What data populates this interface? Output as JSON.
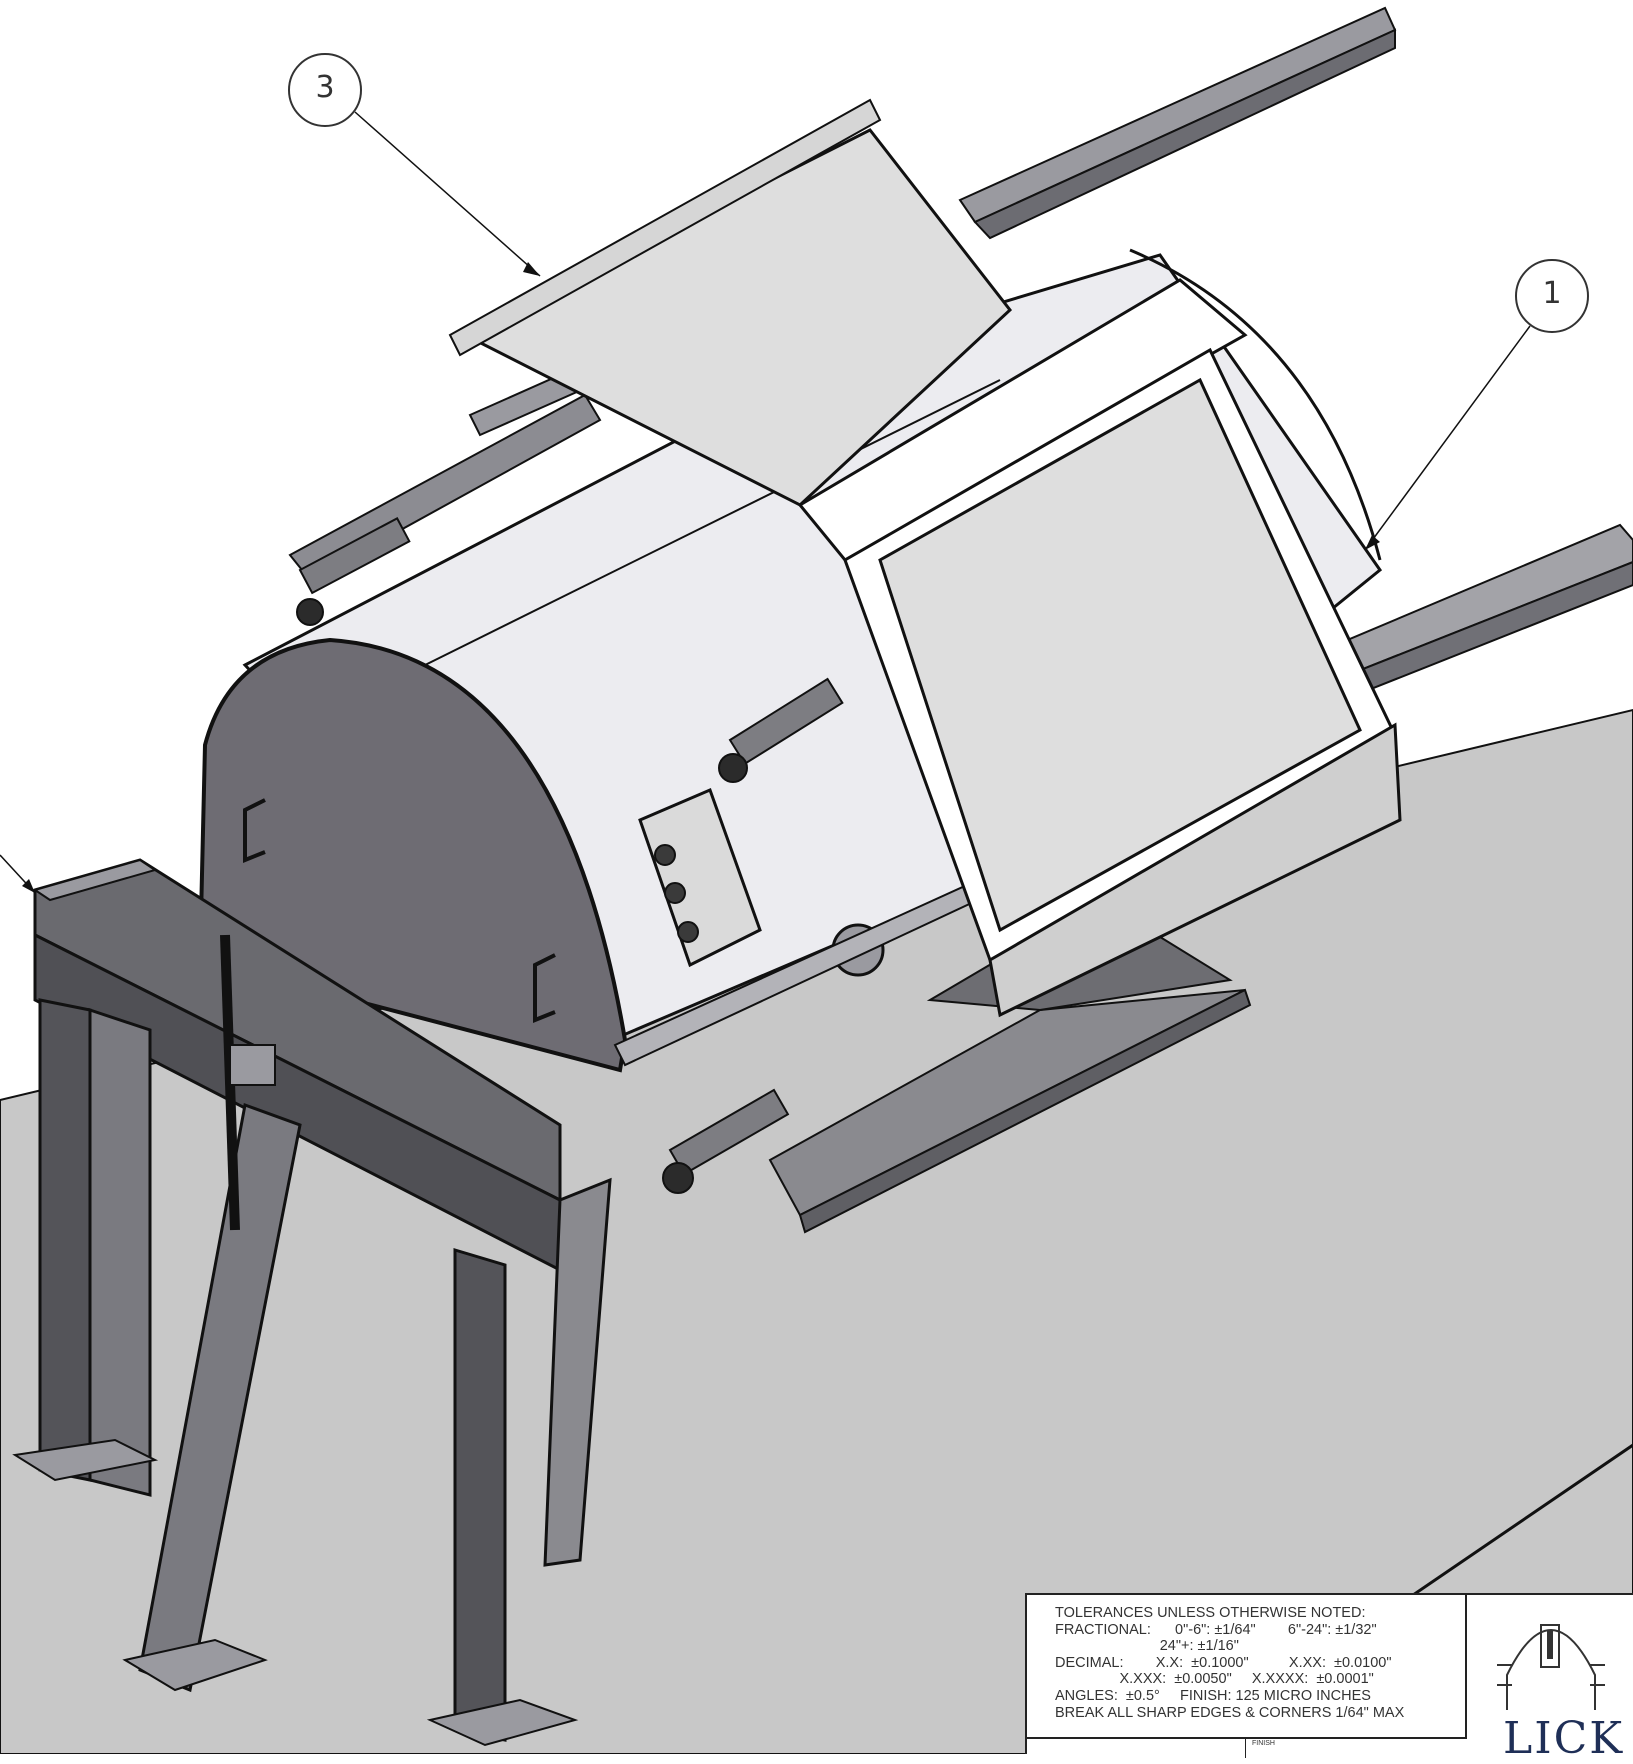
{
  "balloons": [
    {
      "id": "balloon-3",
      "label": "3"
    },
    {
      "id": "balloon-1",
      "label": "1"
    }
  ],
  "title_block": {
    "tolerance_lines": [
      "TOLERANCES UNLESS OTHERWISE NOTED:",
      "FRACTIONAL:      0\"-6\": ±1/64\"        6\"-24\": ±1/32\"",
      "                          24\"+: ±1/16\"",
      "DECIMAL:        X.X:  ±0.1000\"          X.XX:  ±0.0100\"",
      "                X.XXX:  ±0.0050\"     X.XXXX:  ±0.0001\"",
      "ANGLES:  ±0.5°     FINISH: 125 MICRO INCHES",
      "BREAK ALL SHARP EDGES & CORNERS 1/64\" MAX"
    ],
    "finish_label": "FINISH",
    "logo_text": "LICK"
  },
  "colors": {
    "line": "#111111",
    "floor": "#c8c8c8",
    "drum_light": "#ececf0",
    "panel": "#dedede",
    "drum_end": "#6e6c73",
    "frame_dark": "#5c5c5c",
    "frame_mid": "#8a8a8f",
    "logo": "#1f2f57"
  }
}
